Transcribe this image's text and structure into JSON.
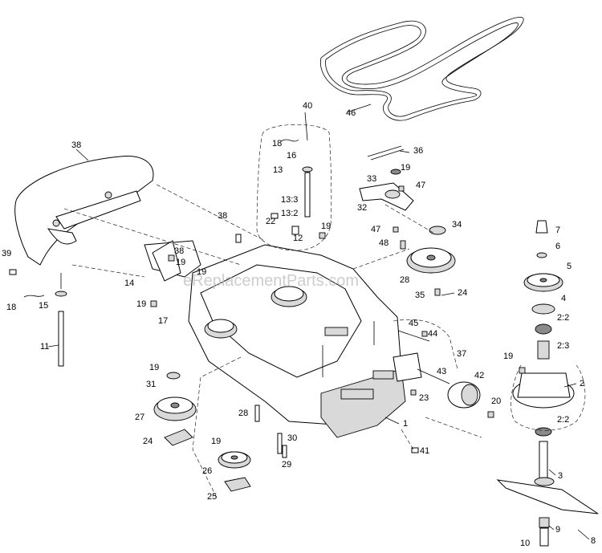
{
  "watermark": "eReplacementParts.com",
  "callouts": [
    "1",
    "2",
    "2:2",
    "2:2",
    "2:3",
    "3",
    "4",
    "5",
    "6",
    "7",
    "8",
    "9",
    "10",
    "11",
    "12",
    "13",
    "13:2",
    "13:3",
    "14",
    "15",
    "16",
    "17",
    "18",
    "18",
    "19",
    "19",
    "19",
    "19",
    "19",
    "19",
    "19",
    "19",
    "20",
    "22",
    "23",
    "24",
    "24",
    "25",
    "26",
    "27",
    "28",
    "28",
    "29",
    "30",
    "31",
    "32",
    "33",
    "34",
    "35",
    "36",
    "37",
    "38",
    "38",
    "38",
    "39",
    "40",
    "41",
    "42",
    "43",
    "44",
    "45",
    "46",
    "47",
    "47",
    "48"
  ]
}
